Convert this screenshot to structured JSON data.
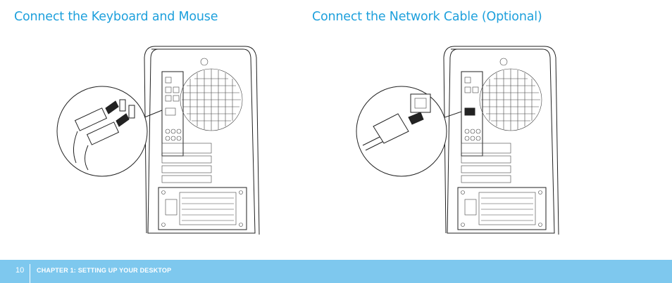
{
  "sections": [
    {
      "heading": "Connect the Keyboard and Mouse"
    },
    {
      "heading": "Connect the Network Cable (Optional)"
    }
  ],
  "footer": {
    "page_number": "10",
    "chapter": "CHAPTER 1: SETTING UP YOUR DESKTOP",
    "bar_color": "#7ec8ee"
  },
  "colors": {
    "heading": "#1ea0dc"
  },
  "illustrations": [
    {
      "name": "keyboard-mouse-usb-connection",
      "connectors": [
        "usb-plug",
        "usb-plug"
      ]
    },
    {
      "name": "network-cable-connection",
      "connectors": [
        "rj45-plug"
      ]
    }
  ]
}
